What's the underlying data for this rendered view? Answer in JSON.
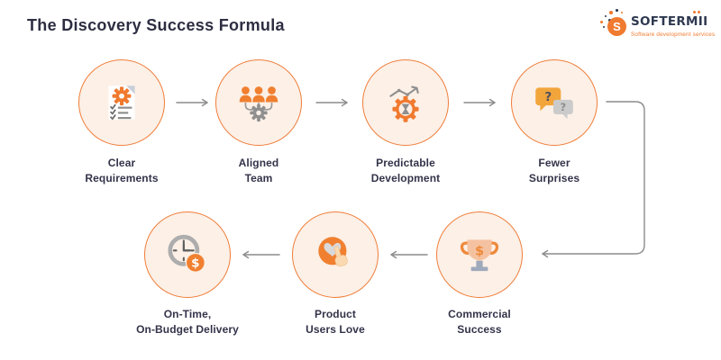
{
  "title": "The Discovery Success Formula",
  "logo": {
    "name": "SOFTERMII",
    "tagline": "Software development services",
    "mark_letter": "S"
  },
  "flow": {
    "row1": [
      {
        "line1": "Clear",
        "line2": "Requirements",
        "icon": "document-checklist-icon"
      },
      {
        "line1": "Aligned",
        "line2": "Team",
        "icon": "team-gear-icon"
      },
      {
        "line1": "Predictable",
        "line2": "Development",
        "icon": "gear-hourglass-trend-icon"
      },
      {
        "line1": "Fewer",
        "line2": "Surprises",
        "icon": "question-bubbles-icon"
      }
    ],
    "row2": [
      {
        "line1": "On-Time,",
        "line2": "On-Budget Delivery",
        "icon": "clock-dollar-icon"
      },
      {
        "line1": "Product",
        "line2": "Users Love",
        "icon": "heart-click-icon"
      },
      {
        "line1": "Commercial",
        "line2": "Success",
        "icon": "trophy-dollar-icon"
      }
    ]
  },
  "icons": {
    "dollar_sign": "$",
    "question_mark": "?"
  },
  "colors": {
    "accent_orange": "#F07A2F",
    "amber_bubble": "#F2A53B",
    "circle_fill": "#FCF0E7",
    "circle_border": "#F07E3A",
    "arrow_gray": "#8C8C8C",
    "label_text": "#33334A",
    "title_text": "#2D2D42",
    "logo_navy": "#2E3950",
    "trophy_salmon": "#F5C2A1",
    "steel_gray": "#9FA9BC"
  }
}
